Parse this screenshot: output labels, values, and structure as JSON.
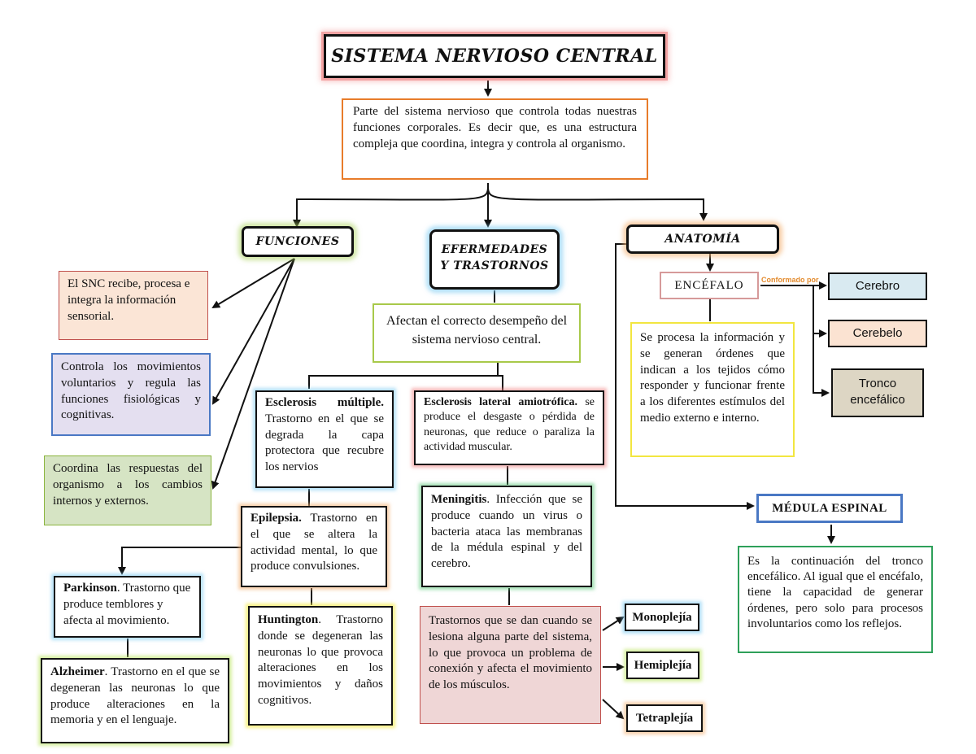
{
  "title": "SISTEMA NERVIOSO CENTRAL",
  "intro": "Parte del sistema nervioso que controla todas nuestras funciones corporales. Es decir que, es una estructura compleja que coordina, integra y controla al organismo.",
  "funciones": {
    "label": "FUNCIONES",
    "items": [
      "El SNC recibe, procesa e integra la información sensorial.",
      "Controla los movimientos voluntarios y regula las funciones fisiológicas y cognitivas.",
      "Coordina las respuestas del organismo a los cambios internos y externos."
    ]
  },
  "enfermedades": {
    "label_line1": "EFERMEDADES",
    "label_line2": "Y TRASTORNOS",
    "intro": "Afectan el correcto desempeño del sistema nervioso central.",
    "esclerosis_multiple": {
      "name": "Esclerosis múltiple.",
      "text": "Trastorno en el que se degrada la capa protectora que recubre los nervios"
    },
    "ela": {
      "name": "Esclerosis lateral amiotrófica.",
      "text": "se produce el desgaste o pérdida de neuronas, que reduce o paraliza la actividad muscular."
    },
    "epilepsia": {
      "name": "Epilepsia.",
      "text": "Trastorno en el que se altera la actividad mental, lo que produce convulsiones."
    },
    "meningitis": {
      "name": "Meningitis",
      "text": ". Infección que se produce cuando un virus o bacteria ataca las membranas de la médula espinal y del cerebro."
    },
    "parkinson": {
      "name": "Parkinson",
      "text": ". Trastorno que produce temblores y afecta al movimiento."
    },
    "huntington": {
      "name": "Huntington",
      "text": ". Trastorno donde se degeneran las neuronas lo que provoca alteraciones en los movimientos y daños cognitivos."
    },
    "alzheimer": {
      "name": "Alzheimer",
      "text": ". Trastorno en el que se degeneran las neuronas lo que produce alteraciones en la memoria y en el lenguaje."
    },
    "lesion": "Trastornos que se dan cuando se lesiona alguna parte del sistema, lo que provoca un problema de conexión y afecta el movimiento de los músculos.",
    "paralisis": [
      "Monoplejía",
      "Hemiplejía",
      "Tetraplejía"
    ]
  },
  "anatomia": {
    "label": "ANATOMÍA",
    "encefalo": "ENCÉFALO",
    "conformado_por": "Conformado por",
    "partes": [
      "Cerebro",
      "Cerebelo",
      "Tronco encefálico"
    ],
    "encefalo_text": "Se procesa la información y se generan órdenes que indican a los tejidos cómo responder y funcionar frente a los diferentes estímulos del medio externo e interno.",
    "medula": "MÉDULA ESPINAL",
    "medula_text": "Es la continuación del tronco encefálico. Al igual que el encéfalo, tiene la capacidad de generar órdenes, pero solo para procesos involuntarios como los reflejos."
  },
  "colors": {
    "orange": "#e87c2a",
    "green": "#8ab43c",
    "blue": "#4a78c4",
    "red": "#c0504d",
    "yellow": "#f2e640",
    "brain_fill": "#d9eaf1",
    "cerebelo_fill": "#fbe3d2",
    "tronco_fill": "#ddd6c4",
    "func1_fill": "#fbe5d6",
    "func2_fill": "#e4dff0",
    "func3_fill": "#d6e4c4",
    "lesion_fill": "#efd6d6"
  }
}
